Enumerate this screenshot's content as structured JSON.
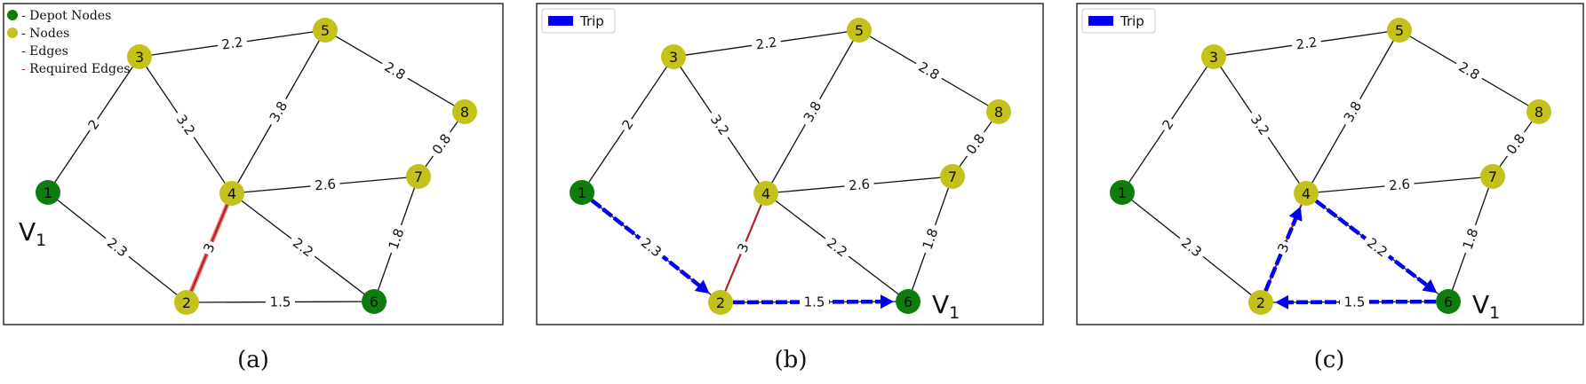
{
  "nodes": [
    {
      "id": "1",
      "kind": "depot"
    },
    {
      "id": "2",
      "kind": "node"
    },
    {
      "id": "3",
      "kind": "node"
    },
    {
      "id": "4",
      "kind": "node"
    },
    {
      "id": "5",
      "kind": "node"
    },
    {
      "id": "6",
      "kind": "depot"
    },
    {
      "id": "7",
      "kind": "node"
    },
    {
      "id": "8",
      "kind": "node"
    }
  ],
  "edges": [
    {
      "from": "1",
      "to": "3",
      "weight": "2"
    },
    {
      "from": "1",
      "to": "2",
      "weight": "2.3"
    },
    {
      "from": "3",
      "to": "5",
      "weight": "2.2"
    },
    {
      "from": "3",
      "to": "4",
      "weight": "3.2"
    },
    {
      "from": "5",
      "to": "4",
      "weight": "3.8"
    },
    {
      "from": "5",
      "to": "8",
      "weight": "2.8"
    },
    {
      "from": "8",
      "to": "7",
      "weight": "0.8"
    },
    {
      "from": "4",
      "to": "7",
      "weight": "2.6"
    },
    {
      "from": "4",
      "to": "2",
      "weight": "3",
      "required": true
    },
    {
      "from": "4",
      "to": "6",
      "weight": "2.2"
    },
    {
      "from": "7",
      "to": "6",
      "weight": "1.8"
    },
    {
      "from": "2",
      "to": "6",
      "weight": "1.5"
    }
  ],
  "panels": [
    {
      "caption": "(a)",
      "depot_label": "1",
      "legend": [
        {
          "symbol": "depot",
          "text": "- Depot Nodes"
        },
        {
          "symbol": "node",
          "text": "- Nodes"
        },
        {
          "symbol": "edge",
          "text": "- Edges"
        },
        {
          "symbol": "required",
          "text": "- Required Edges"
        }
      ],
      "trip": []
    },
    {
      "caption": "(b)",
      "depot_label": "6",
      "trip_legend": "Trip",
      "trip": [
        [
          "1",
          "2"
        ],
        [
          "2",
          "6"
        ]
      ]
    },
    {
      "caption": "(c)",
      "depot_label": "6",
      "trip_legend": "Trip",
      "trip": [
        [
          "6",
          "2"
        ],
        [
          "2",
          "4"
        ],
        [
          "4",
          "6"
        ]
      ]
    }
  ],
  "depot_symbol": {
    "letter": "V",
    "subscript": "1"
  },
  "colors": {
    "depot": "#0e7d0e",
    "node": "#c2c21a",
    "edge": "#111111",
    "required_edge": "#b22222",
    "trip": "#0000ee"
  }
}
